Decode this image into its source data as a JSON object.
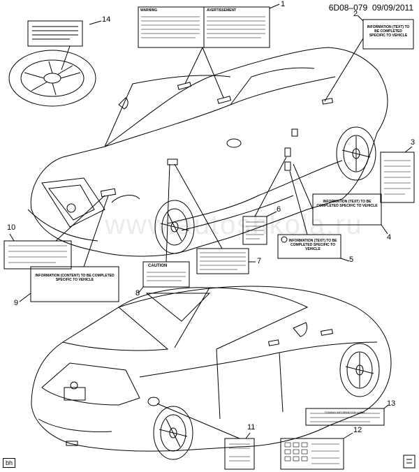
{
  "header": {
    "figure_id": "6D08–079",
    "date": "09/09/2011"
  },
  "corner_code": "bh",
  "watermark": "www.autoshkola.ru",
  "labels": {
    "warning_title": "WARNING",
    "avertissement_title": "AVERTISSEMENT",
    "caution_title": "CAUTION",
    "info_text": "INFORMATION (TEXT) TO BE COMPLETED SPECIFIC TO VEHICLE",
    "info_text_3": "INFORMATION (TEXT) TO BE COMPLETED SPECIFIC TO VEHICLE",
    "label_4": "INFORMATION (TEXT) TO BE COMPLETED SPECIFIC TO VEHICLE",
    "label_9": "INFORMATION (CONTENT) TO BE COMPLETED SPECIFIC TO VEHICLE",
    "label_13": "TOWING INFORMATION LABEL"
  },
  "callouts": [
    "1",
    "2",
    "3",
    "4",
    "5",
    "6",
    "7",
    "8",
    "9",
    "10",
    "11",
    "12",
    "13",
    "14"
  ]
}
